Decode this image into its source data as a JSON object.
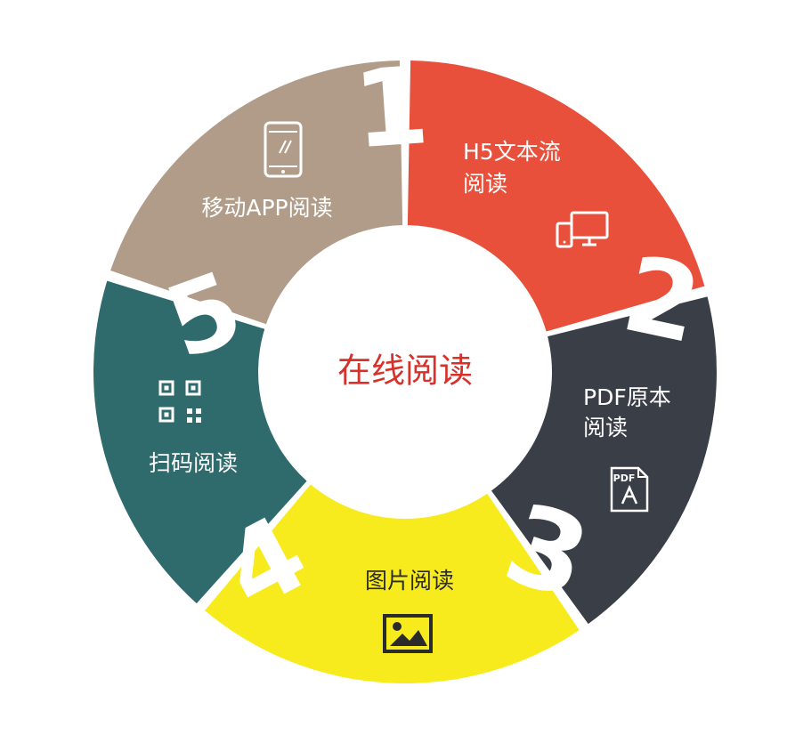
{
  "center": {
    "label": "在线阅读",
    "color": "#d6322b"
  },
  "segments": [
    {
      "key": "app",
      "number": "1",
      "lines": [
        "移动APP阅读"
      ],
      "icon": "tablet-icon",
      "color": "#b09c89",
      "text_color": "#ffffff",
      "icon_color": "#ffffff"
    },
    {
      "key": "h5",
      "number": "2",
      "lines": [
        "H5文本流",
        "阅读"
      ],
      "icon": "devices-icon",
      "color": "#e8503b",
      "text_color": "#ffffff",
      "icon_color": "#ffffff"
    },
    {
      "key": "pdf",
      "number": "3",
      "lines": [
        "PDF原本",
        "阅读"
      ],
      "icon": "pdf-document-icon",
      "color": "#3a3f47",
      "text_color": "#ffffff",
      "icon_color": "#ffffff"
    },
    {
      "key": "image",
      "number": "4",
      "lines": [
        "图片阅读"
      ],
      "icon": "image-icon",
      "color": "#f7eb1e",
      "text_color": "#2b2b2b",
      "icon_color": "#2b2b2b"
    },
    {
      "key": "scan",
      "number": "5",
      "lines": [
        "扫码阅读"
      ],
      "icon": "qr-code-icon",
      "color": "#2f6a6d",
      "text_color": "#ffffff",
      "icon_color": "#ffffff"
    }
  ],
  "pdf_icon_text": "PDF"
}
